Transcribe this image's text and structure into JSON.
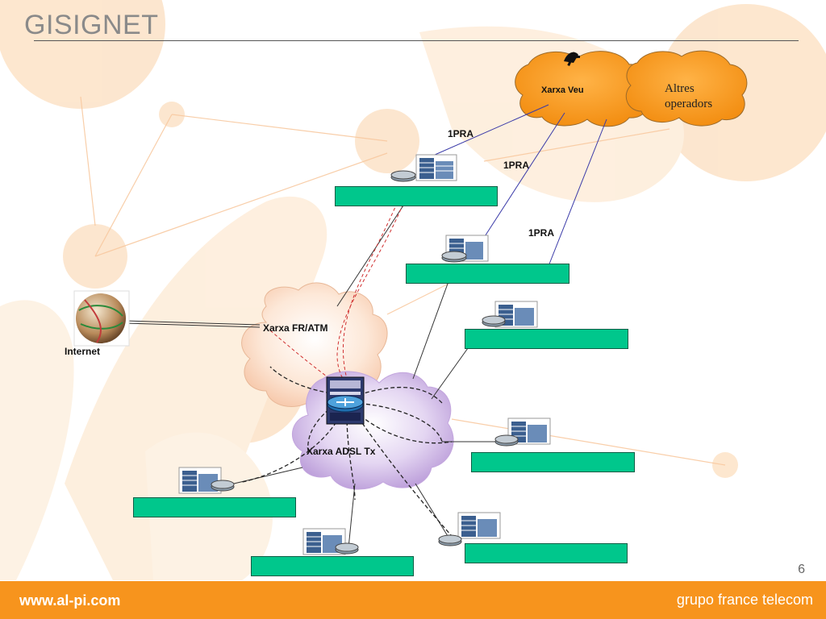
{
  "slide": {
    "title": "GISIGNET",
    "page_number": "6"
  },
  "clouds": {
    "voice_net": "Xarxa Veu",
    "other_operators_line1": "Altres",
    "other_operators_line2": "operadors",
    "fr_atm": "Xarxa FR/ATM",
    "adsl": "Xarxa ADSL Tx"
  },
  "links": {
    "pra_1": "1PRA",
    "pra_2": "1PRA",
    "pra_3": "1PRA"
  },
  "internet": {
    "label": "Internet"
  },
  "footer": {
    "url": "www.al-pi.com",
    "brand": "grupo france telecom"
  },
  "colors": {
    "accent_orange": "#f7941d",
    "site_bar_green": "#00c78c",
    "voice_line_blue": "#3a3aa8"
  }
}
